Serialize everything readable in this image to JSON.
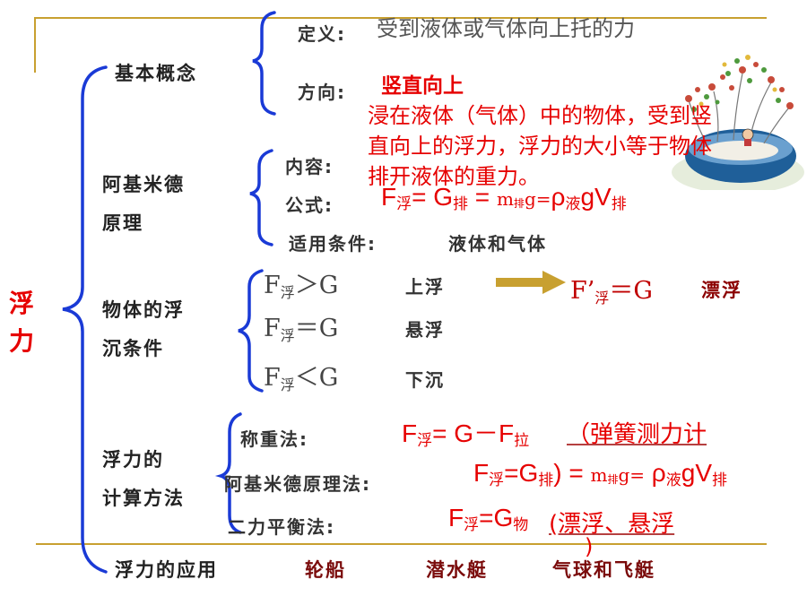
{
  "colors": {
    "frame": "#c8a030",
    "bracket": "#1a3ad6",
    "formula": "#e60000",
    "result": "#8b0000",
    "arrow": "#c8a030"
  },
  "root": "浮力",
  "basic": {
    "label": "基本概念",
    "def_key": "定义:",
    "def_value": "受到液体或气体向上托的力",
    "dir_key": "方向:",
    "dir_value": "竖直向上"
  },
  "archimedes": {
    "label_line1": "阿基米德",
    "label_line2": "原理",
    "content_key": "内容:",
    "content_value_line1": "浸在液体（气体）中的物体，受到竖",
    "content_value_line2": "直向上的浮力，浮力的大小等于物体",
    "content_value_line3": "排开液体的重力。",
    "formula_key": "公式:",
    "scope_key": "适用条件:",
    "scope_value": "液体和气体"
  },
  "conditions": {
    "label_line1": "物体的浮",
    "label_line2": "沉条件",
    "rows": [
      {
        "lhs": "F",
        "sub": "浮",
        "op": "＞G",
        "result": "上浮"
      },
      {
        "lhs": "F",
        "sub": "浮",
        "op": "＝G",
        "result": "悬浮"
      },
      {
        "lhs": "F",
        "sub": "浮",
        "op": "＜G",
        "result": "下沉"
      }
    ],
    "float_prefix": "F’",
    "float_sub": "浮",
    "float_op": "＝G",
    "float_result": "漂浮"
  },
  "calculation": {
    "label_line1": "浮力的",
    "label_line2": "计算方法",
    "method1": "称重法:",
    "method1_note": "（弹簧测力计",
    "method2": "阿基米德原理法:",
    "method3": "二力平衡法:",
    "method3_note": "(漂浮、悬浮",
    "method3_close": ")"
  },
  "applications": {
    "label": "浮力的应用",
    "items": [
      "轮船",
      "潜水艇",
      "气球和飞艇"
    ]
  },
  "icon": "flower-bowl-illustration"
}
